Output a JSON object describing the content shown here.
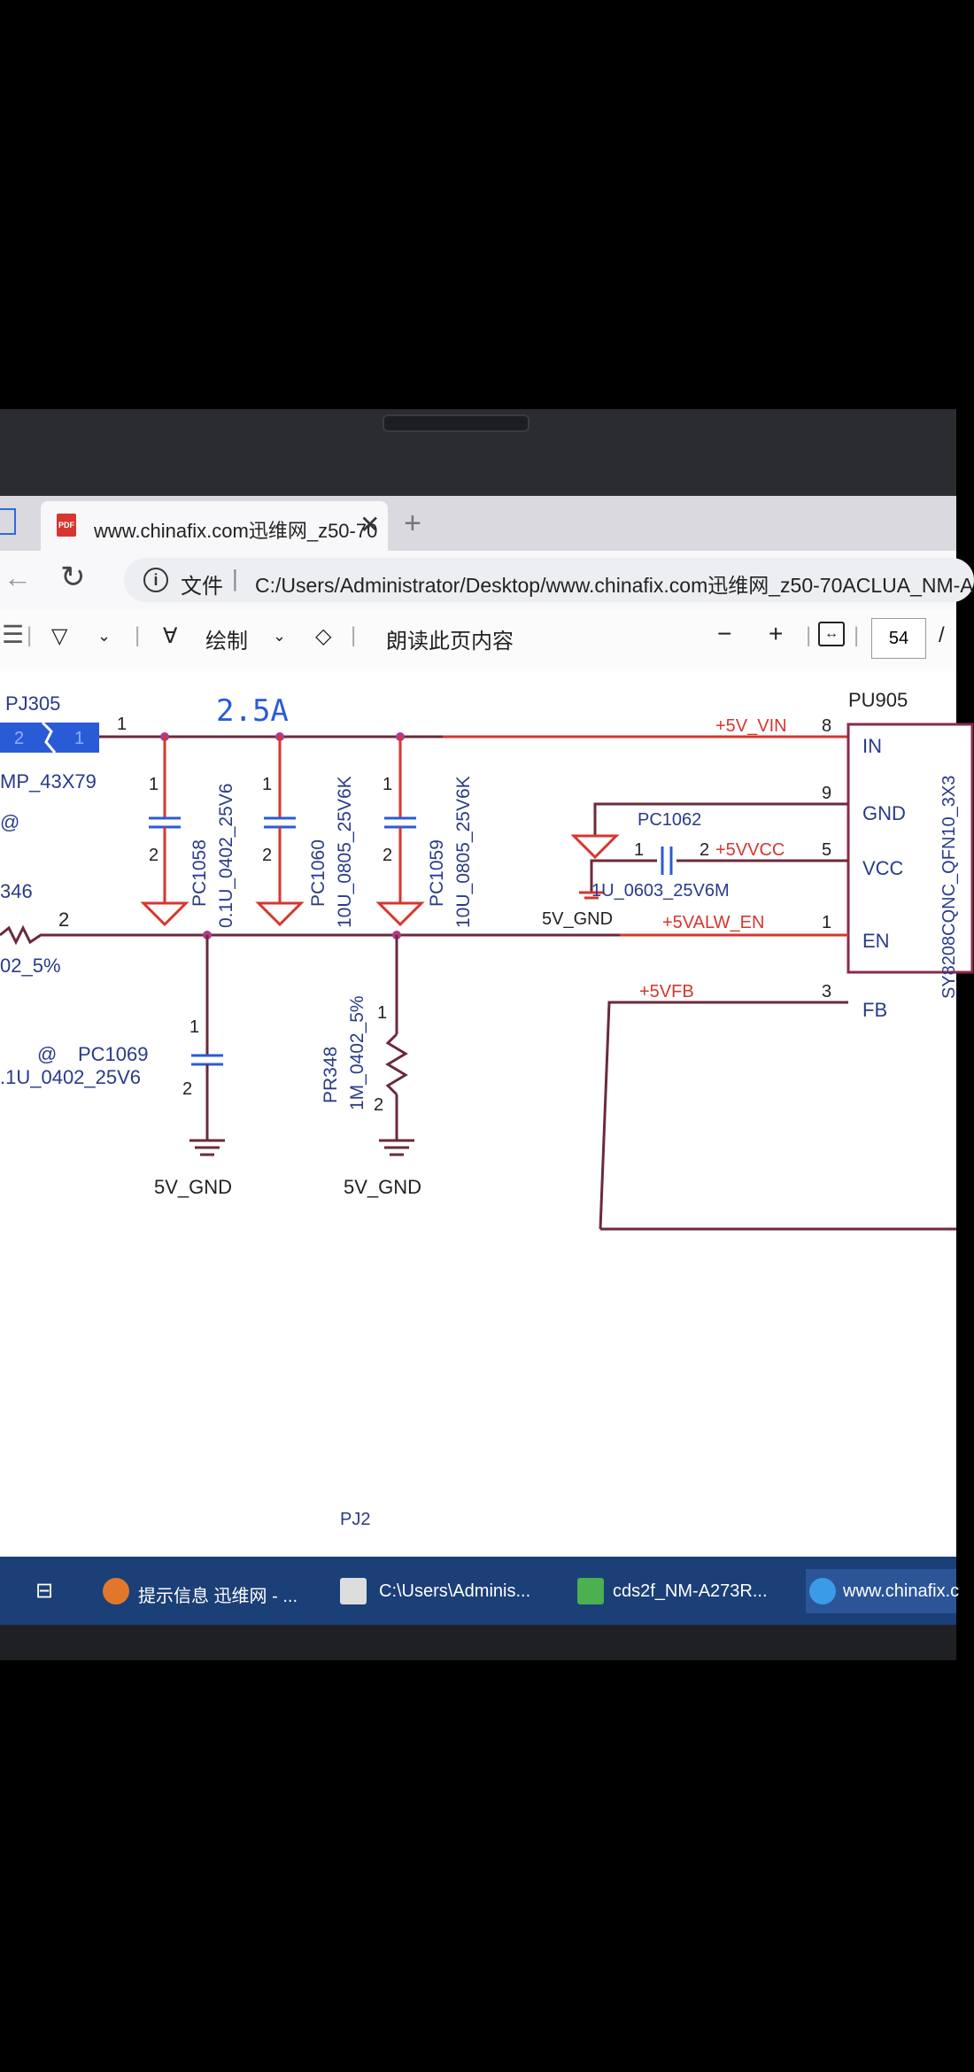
{
  "browser": {
    "tab_title": "www.chinafix.com迅维网_z50-70",
    "tab_close": "✕",
    "new_tab": "+",
    "site_label": "文件",
    "url_separator": "|",
    "url": "C:/Users/Administrator/Desktop/www.chinafix.com迅维网_z50-70ACLUA_NM-A"
  },
  "pdf_toolbar": {
    "draw_label": "绘制",
    "read_aloud_label": "朗读此页内容",
    "zoom_out": "−",
    "zoom_in": "+",
    "page_number": "54",
    "page_sep": "/"
  },
  "schematic": {
    "connector_ref": "PJ305",
    "connector_pin2": "2",
    "connector_pin1": "1",
    "connector_pin_out": "1",
    "connector_part": "MP_43X79",
    "connector_at": "@",
    "current_note": "2.5A",
    "ic_ref": "PU905",
    "ic_part": "SY8208CQNC_QFN10_3X3",
    "pins": [
      {
        "num": "8",
        "name": "IN",
        "net": "+5V_VIN"
      },
      {
        "num": "9",
        "name": "GND",
        "net": ""
      },
      {
        "num": "5",
        "name": "VCC",
        "net": "+5VVCC"
      },
      {
        "num": "1",
        "name": "EN",
        "net": "+5VALW_EN"
      },
      {
        "num": "3",
        "name": "FB",
        "net": "+5VFB"
      }
    ],
    "caps": [
      {
        "ref": "PC1058",
        "value": "0.1U_0402_25V6",
        "p1": "1",
        "p2": "2"
      },
      {
        "ref": "PC1060",
        "value": "10U_0805_25V6K",
        "p1": "1",
        "p2": "2"
      },
      {
        "ref": "PC1059",
        "value": "10U_0805_25V6K",
        "p1": "1",
        "p2": "2"
      },
      {
        "ref": "PC1062",
        "value": "1U_0603_25V6M",
        "p1": "1",
        "p2": "2"
      },
      {
        "ref": "PC1069",
        "value": ".1U_0402_25V6",
        "p1": "1",
        "p2": "2",
        "at": "@"
      }
    ],
    "resistors": [
      {
        "ref": "PR348",
        "value": "1M_0402_5%",
        "p1": "1",
        "p2": "2"
      },
      {
        "ref": "346",
        "value": "02_5%",
        "pin": "2"
      }
    ],
    "gnd_net": "5V_GND",
    "gnd_label_1": "5V_GND",
    "gnd_label_2": "5V_GND",
    "gnd_label_3": "5V_GND",
    "footer_ref": "PJ2"
  },
  "taskbar": {
    "items": [
      {
        "label": "提示信息 迅维网 - ..."
      },
      {
        "label": "C:\\Users\\Adminis..."
      },
      {
        "label": "cds2f_NM-A273R..."
      },
      {
        "label": "www.chinafix.c"
      }
    ]
  },
  "colors": {
    "net_red": "#d6362f",
    "wire_dark": "#6b2a3a",
    "cap_blue": "#2a5bd7",
    "label_blue": "#2a3a8a",
    "taskbar": "#1b3f77"
  }
}
